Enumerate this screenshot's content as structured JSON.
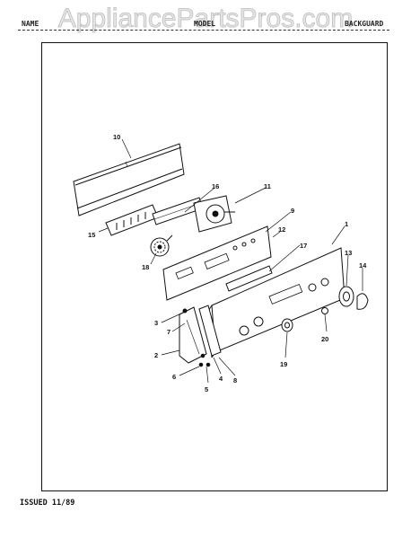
{
  "watermark": "AppliancePartsPros.com",
  "header": {
    "left": "NAME",
    "center": "MODEL",
    "right": "BACKGUARD"
  },
  "footer": {
    "issued": "ISSUED 11/89"
  },
  "callouts": [
    "1",
    "2",
    "3",
    "4",
    "5",
    "6",
    "7",
    "8",
    "9",
    "10",
    "11",
    "12",
    "13",
    "14",
    "15",
    "16",
    "17",
    "18",
    "19",
    "20"
  ]
}
